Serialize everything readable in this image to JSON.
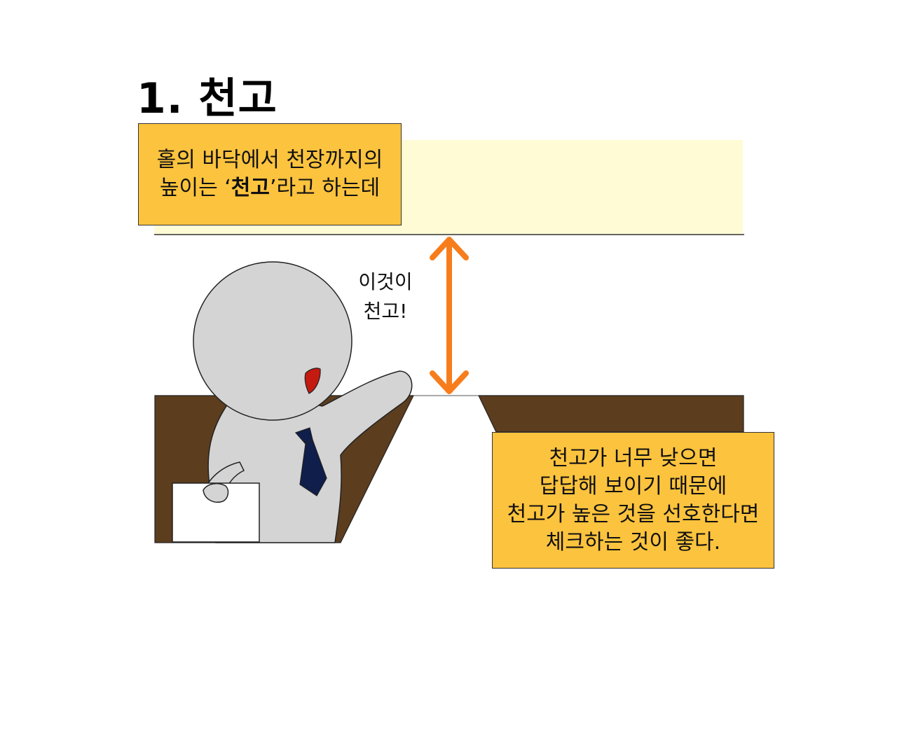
{
  "title": "1. 천고",
  "note_top": {
    "line1": "홀의 바닥에서 천장까지의",
    "line2_prefix": "높이는 ‘",
    "line2_bold": "천고",
    "line2_suffix": "’라고 하는데"
  },
  "speech": {
    "line1": "이것이",
    "line2": "천고!"
  },
  "note_bottom": {
    "lines": [
      "천고가 너무 낮으면",
      "답답해 보이기 때문에",
      "천고가 높은 것을 선호한다면",
      "체크하는 것이 좋다."
    ]
  },
  "colors": {
    "ceiling": "#fffbd5",
    "floor": "#5c3d1e",
    "arrow": "#f77d1c",
    "note": "#fcc33e",
    "character": "#d4d4d4",
    "tie": "#0f1e4a",
    "mouth": "#c41a10"
  }
}
